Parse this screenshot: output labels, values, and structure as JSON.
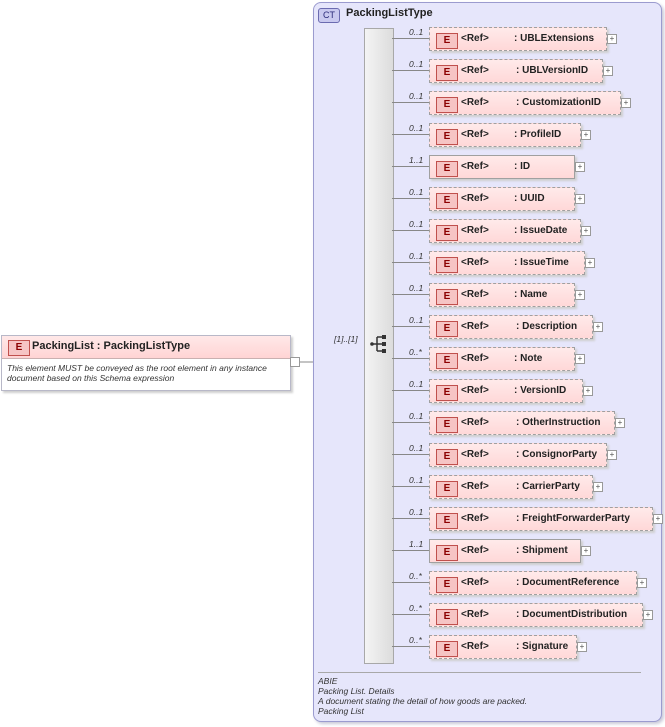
{
  "root": {
    "badge": "E",
    "title": "PackingList : PackingListType",
    "doc": "This element MUST be conveyed as the root element in any instance document based on this Schema expression"
  },
  "complex_type": {
    "badge": "CT",
    "title": "PackingListType",
    "sequence_occurrence": "[1]..[1]",
    "doc": [
      "ABIE",
      "Packing List. Details",
      "A document stating the detail of how goods are packed.",
      "Packing List"
    ]
  },
  "elements": [
    {
      "occ": "0..1",
      "ref": "<Ref>",
      "name": ": UBLExtensions",
      "optional": true
    },
    {
      "occ": "0..1",
      "ref": "<Ref>",
      "name": ": UBLVersionID",
      "optional": true
    },
    {
      "occ": "0..1",
      "ref": "<Ref>",
      "name": ": CustomizationID",
      "optional": true
    },
    {
      "occ": "0..1",
      "ref": "<Ref>",
      "name": ": ProfileID",
      "optional": true
    },
    {
      "occ": "1..1",
      "ref": "<Ref>",
      "name": ": ID",
      "optional": false
    },
    {
      "occ": "0..1",
      "ref": "<Ref>",
      "name": ": UUID",
      "optional": true
    },
    {
      "occ": "0..1",
      "ref": "<Ref>",
      "name": ": IssueDate",
      "optional": true
    },
    {
      "occ": "0..1",
      "ref": "<Ref>",
      "name": ": IssueTime",
      "optional": true
    },
    {
      "occ": "0..1",
      "ref": "<Ref>",
      "name": ": Name",
      "optional": true
    },
    {
      "occ": "0..1",
      "ref": "<Ref>",
      "name": ": Description",
      "optional": true
    },
    {
      "occ": "0..*",
      "ref": "<Ref>",
      "name": ": Note",
      "optional": true
    },
    {
      "occ": "0..1",
      "ref": "<Ref>",
      "name": ": VersionID",
      "optional": true
    },
    {
      "occ": "0..1",
      "ref": "<Ref>",
      "name": ": OtherInstruction",
      "optional": true
    },
    {
      "occ": "0..1",
      "ref": "<Ref>",
      "name": ": ConsignorParty",
      "optional": true
    },
    {
      "occ": "0..1",
      "ref": "<Ref>",
      "name": ": CarrierParty",
      "optional": true
    },
    {
      "occ": "0..1",
      "ref": "<Ref>",
      "name": ": FreightForwarderParty",
      "optional": true
    },
    {
      "occ": "1..1",
      "ref": "<Ref>",
      "name": ": Shipment",
      "optional": false
    },
    {
      "occ": "0..*",
      "ref": "<Ref>",
      "name": ": DocumentReference",
      "optional": true
    },
    {
      "occ": "0..*",
      "ref": "<Ref>",
      "name": ": DocumentDistribution",
      "optional": true
    },
    {
      "occ": "0..*",
      "ref": "<Ref>",
      "name": ": Signature",
      "optional": true
    }
  ],
  "colors": {
    "element_fill": "#ffd8d8",
    "ct_fill": "#e6e6fb",
    "badge_border": "#c0504d"
  }
}
